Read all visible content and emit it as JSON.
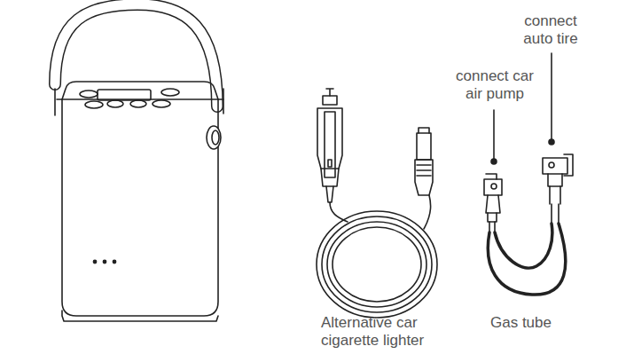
{
  "diagram": {
    "labels": [
      "connect auto tire",
      "connect car air pump",
      "Alternative car cigarette lighter",
      "Gas tube"
    ]
  }
}
